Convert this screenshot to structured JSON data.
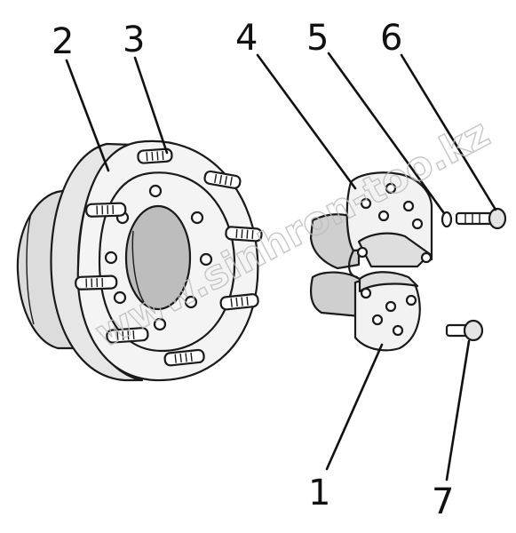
{
  "callouts": [
    {
      "id": "c1",
      "label": "1"
    },
    {
      "id": "c2",
      "label": "2"
    },
    {
      "id": "c3",
      "label": "3"
    },
    {
      "id": "c4",
      "label": "4"
    },
    {
      "id": "c5",
      "label": "5"
    },
    {
      "id": "c6",
      "label": "6"
    },
    {
      "id": "c7",
      "label": "7"
    }
  ],
  "watermark": "www.sinhron-too.kz",
  "colors": {
    "ink": "#1a1a1a",
    "paper": "#ffffff",
    "shade": "#d9d9d9",
    "watermark": "#bdbdbd"
  }
}
